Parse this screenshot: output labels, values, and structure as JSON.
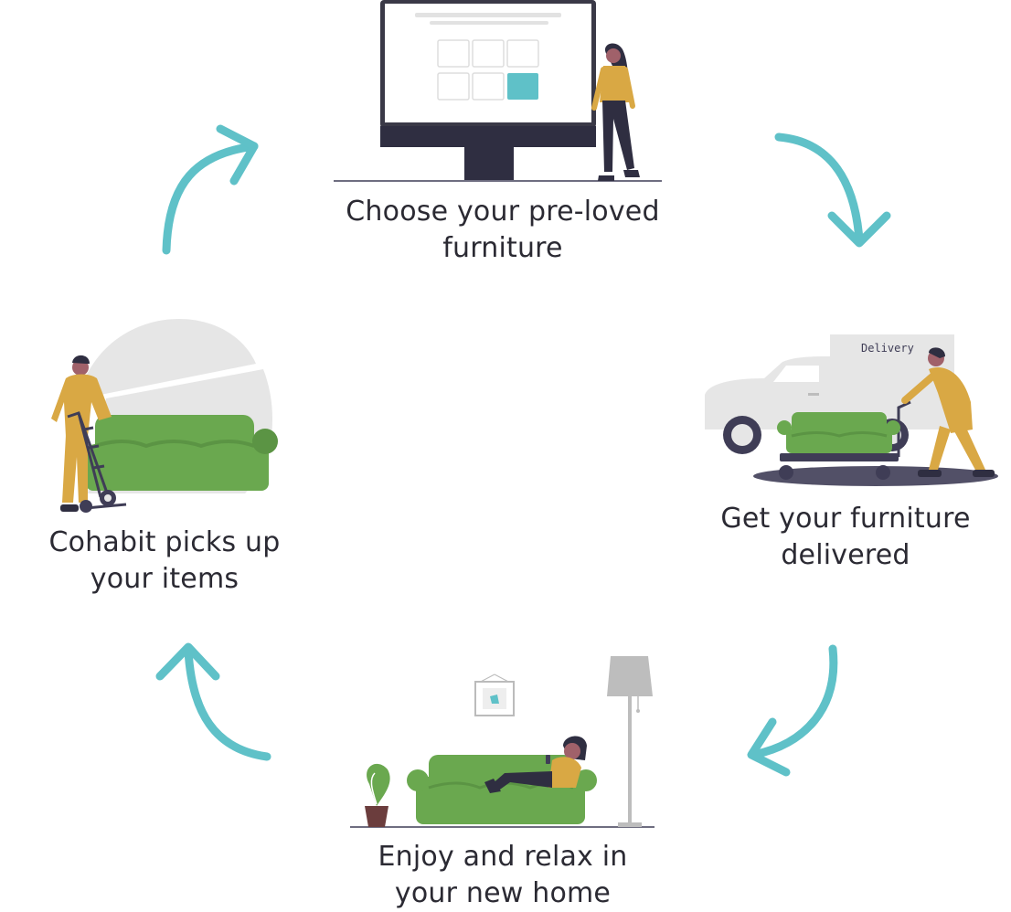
{
  "steps": {
    "choose": {
      "line1": "Choose your pre-loved",
      "line2": "furniture"
    },
    "deliver": {
      "line1": "Get your furniture",
      "line2": "delivered"
    },
    "enjoy": {
      "line1": "Enjoy and relax in",
      "line2": "your new home"
    },
    "pickup": {
      "line1": "Cohabit picks up",
      "line2": "your items"
    }
  },
  "truck": {
    "sign": "Delivery"
  },
  "colors": {
    "arrow": "#5fc1c8",
    "sofa": "#6aa84f",
    "sofa_shadow": "#5b9444",
    "mustard": "#d9a844",
    "dark": "#2f2e41",
    "grey": "#e6e6e6",
    "text": "#2b2a33"
  },
  "icons": [
    "computer-icon",
    "truck-icon",
    "sofa-icon",
    "lamp-icon",
    "plant-icon",
    "frame-icon",
    "cycle-arrow-icon"
  ]
}
